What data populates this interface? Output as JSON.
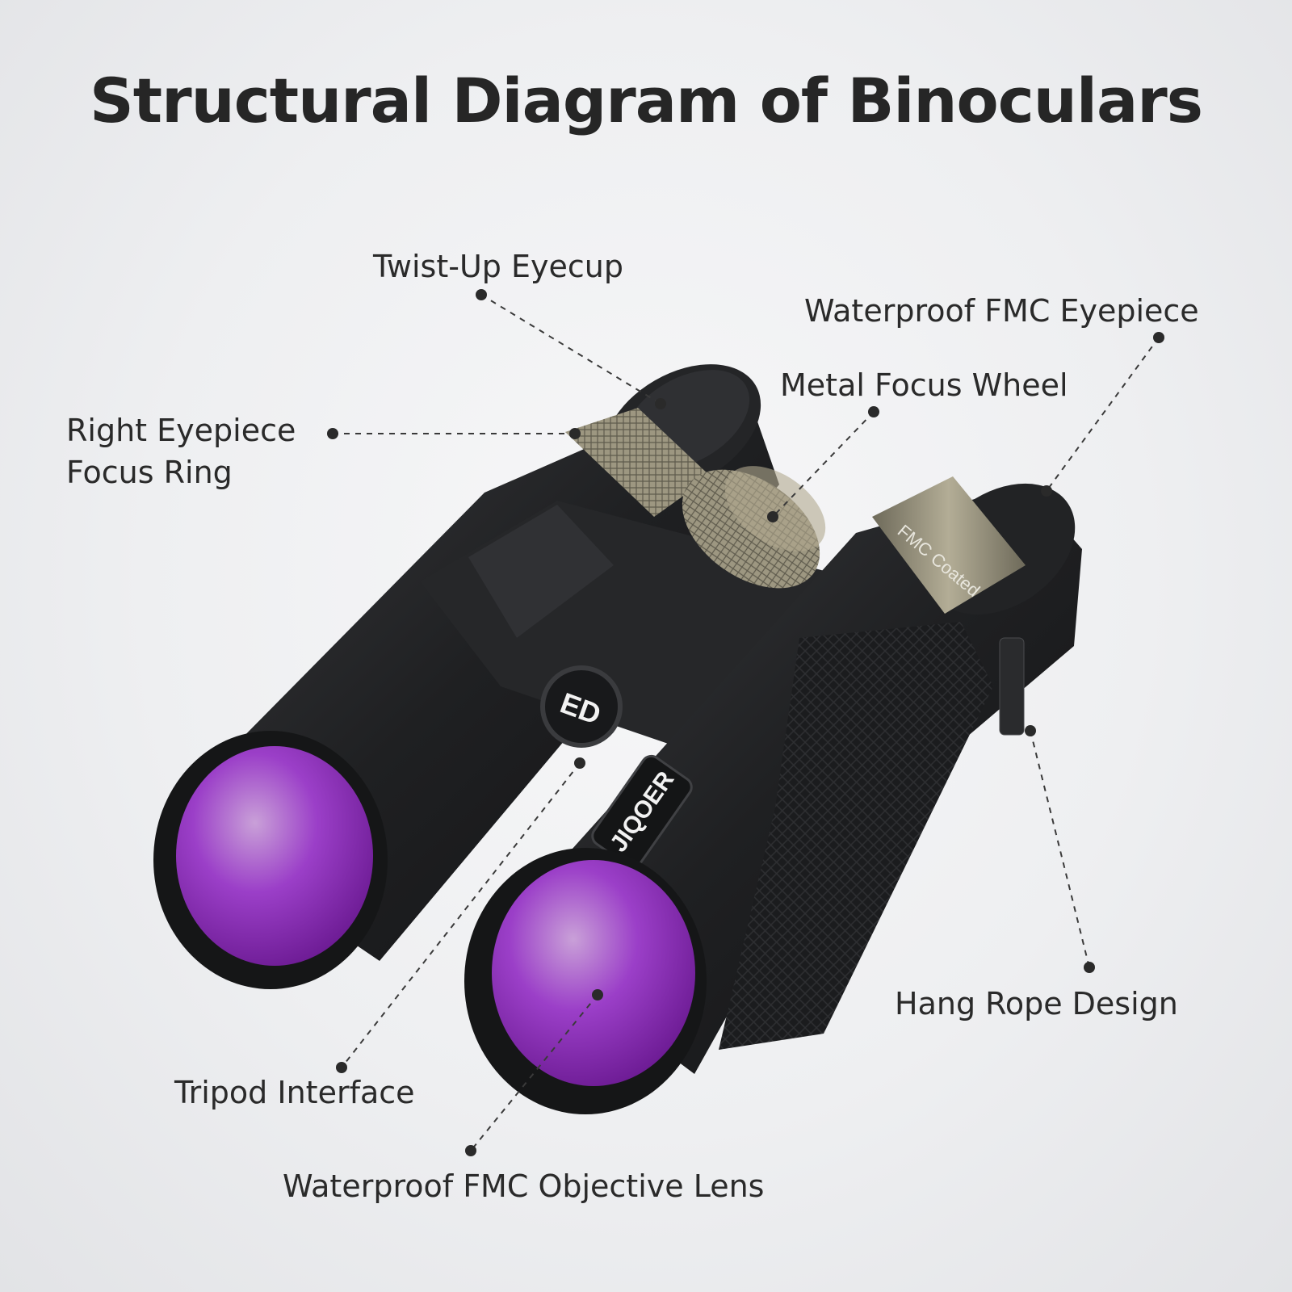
{
  "title": "Structural Diagram of Binoculars",
  "labels": {
    "twist_up_eyecup": "Twist-Up Eyecup",
    "waterproof_fmc_eyepiece": "Waterproof FMC Eyepiece",
    "right_eyepiece_focus_ring_line1": "Right Eyepiece",
    "right_eyepiece_focus_ring_line2": "Focus Ring",
    "metal_focus_wheel": "Metal Focus Wheel",
    "hang_rope_design": "Hang Rope Design",
    "tripod_interface": "Tripod Interface",
    "waterproof_fmc_objective_lens": "Waterproof FMC Objective Lens"
  },
  "product": {
    "brand": "JIQOER",
    "ed_badge": "ED",
    "eyepiece_print": "FMC Coated"
  },
  "colors": {
    "body": "#1e1f21",
    "lens": "#8a2bb8",
    "ring": "#8c8774",
    "leader": "#3a3a3a"
  }
}
